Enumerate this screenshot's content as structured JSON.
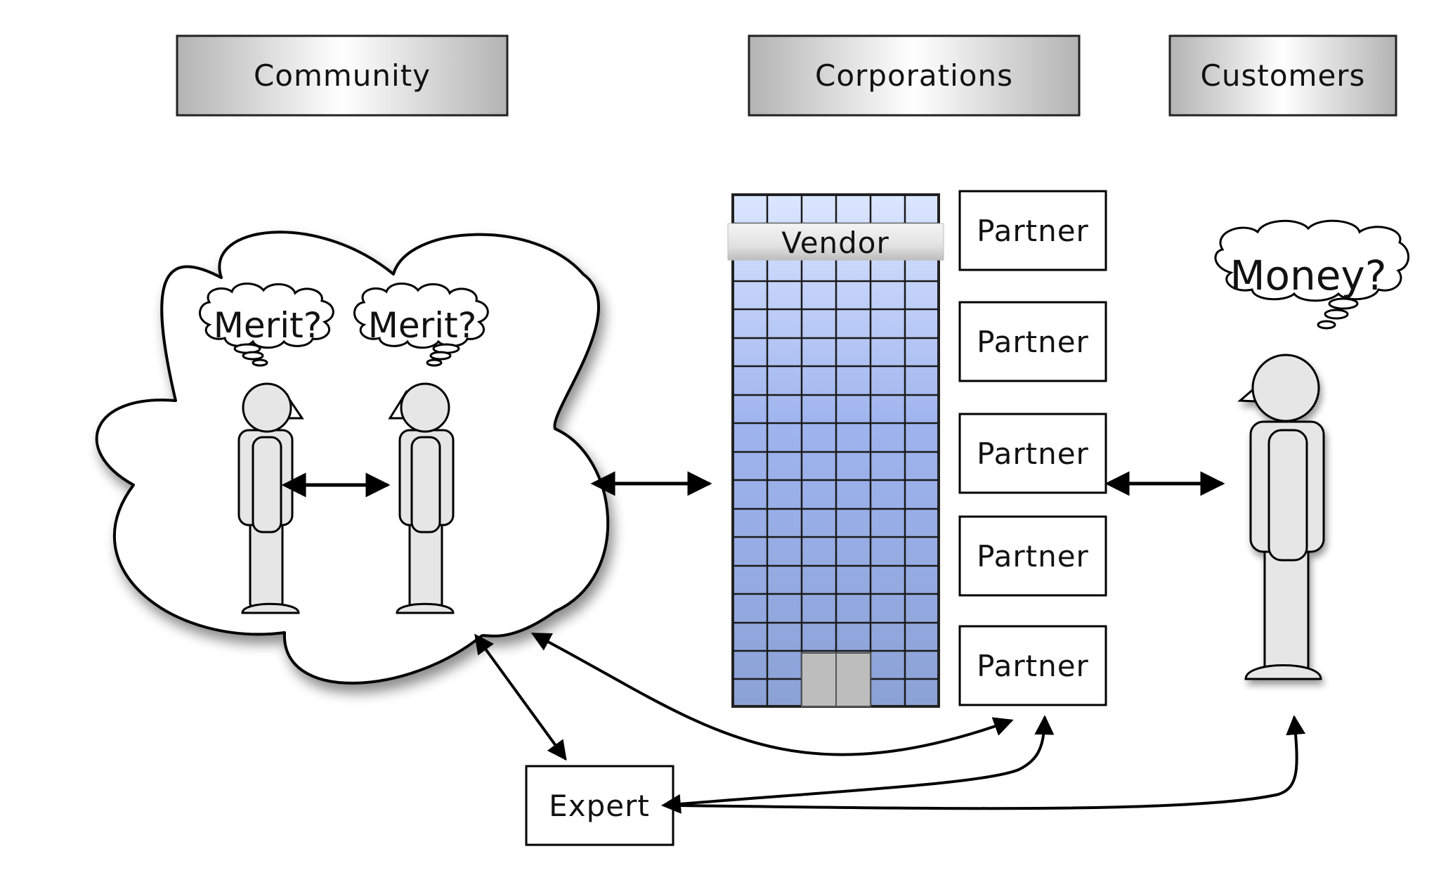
{
  "headers": {
    "community": "Community",
    "corporations": "Corporations",
    "customers": "Customers"
  },
  "community": {
    "thought_left": "Merit?",
    "thought_right": "Merit?"
  },
  "corporations": {
    "vendor_label": "Vendor",
    "partners": [
      "Partner",
      "Partner",
      "Partner",
      "Partner",
      "Partner"
    ]
  },
  "customers": {
    "thought": "Money?"
  },
  "expert": {
    "label": "Expert"
  },
  "colors": {
    "header_gradient_edge": "#b9b9b9",
    "header_gradient_center": "#ffffff",
    "building_top": "#d6e2ff",
    "building_mid": "#9fb3ee",
    "building_bottom": "#8ea3d8",
    "person_fill": "#e6e6e6",
    "door_fill": "#bdbdbd",
    "stroke": "#000000"
  }
}
